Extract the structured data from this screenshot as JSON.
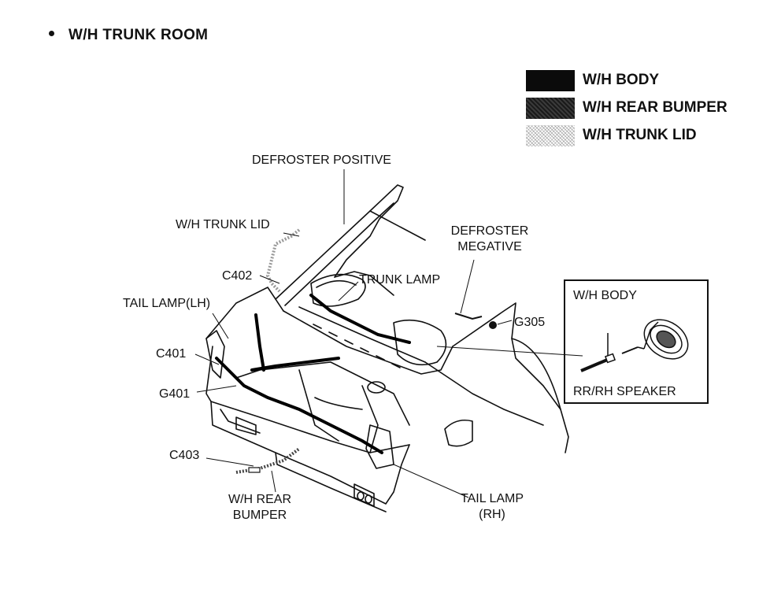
{
  "title": "W/H TRUNK ROOM",
  "legend": [
    {
      "label": "W/H BODY",
      "pattern": "solid-black"
    },
    {
      "label": "W/H REAR BUMPER",
      "pattern": "dark-dotted"
    },
    {
      "label": "W/H TRUNK LID",
      "pattern": "light-dotted"
    }
  ],
  "labels": {
    "defroster_positive": "DEFROSTER POSITIVE",
    "wh_trunk_lid": "W/H TRUNK LID",
    "defroster_negative_1": "DEFROSTER",
    "defroster_negative_2": "MEGATIVE",
    "c402": "C402",
    "trunk_lamp": "TRUNK LAMP",
    "tail_lamp_lh": "TAIL LAMP(LH)",
    "g305": "G305",
    "c401": "C401",
    "g401": "G401",
    "c403": "C403",
    "wh_rear_bumper_1": "W/H REAR",
    "wh_rear_bumper_2": "BUMPER",
    "tail_lamp_rh_1": "TAIL LAMP",
    "tail_lamp_rh_2": "(RH)"
  },
  "inset": {
    "wh_body": "W/H BODY",
    "speaker": "RR/RH SPEAKER"
  }
}
